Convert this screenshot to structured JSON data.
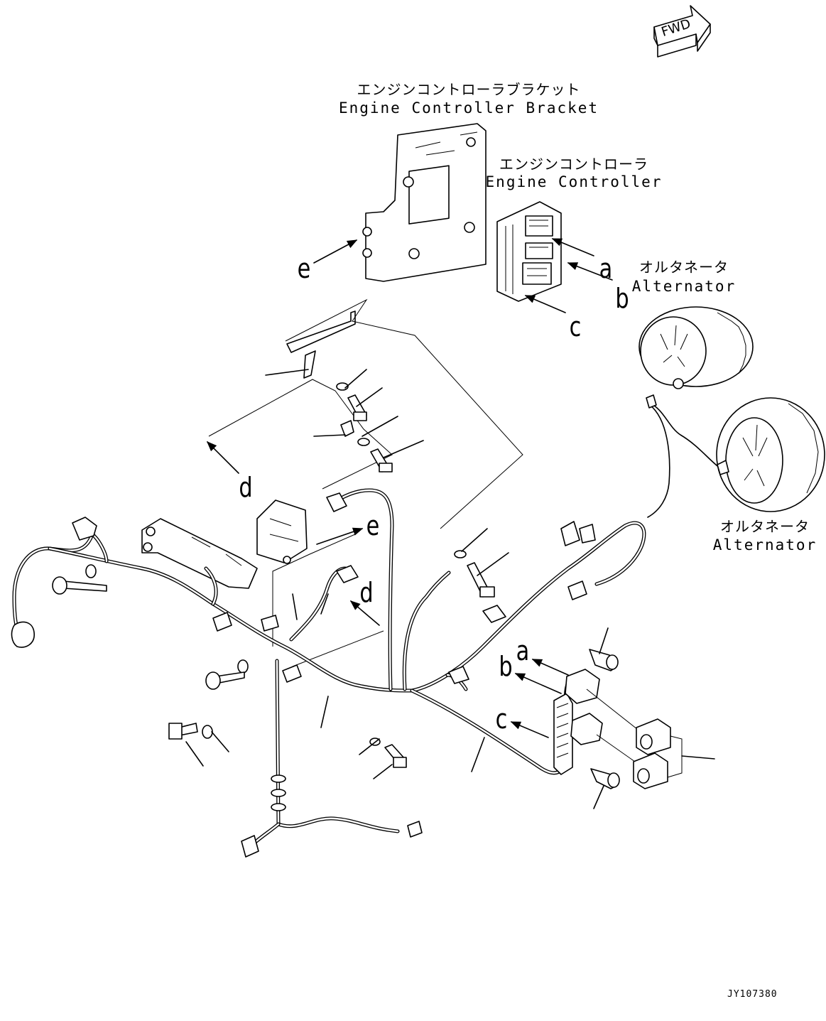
{
  "direction_badge": {
    "text": "FWD"
  },
  "labels": {
    "bracket_jp": "エンジンコントローラブラケット",
    "bracket_en": "Engine Controller Bracket",
    "controller_jp": "エンジンコントローラ",
    "controller_en": "Engine Controller",
    "alternator1_jp": "オルタネータ",
    "alternator1_en": "Alternator",
    "alternator2_jp": "オルタネータ",
    "alternator2_en": "Alternator"
  },
  "callouts": {
    "e_bracket": "e",
    "a_controller": "a",
    "b_controller": "b",
    "c_controller": "c",
    "d_upper": "d",
    "e_harness": "e",
    "d_lower": "d",
    "a_connector": "a",
    "b_connector": "b",
    "c_connector": "c"
  },
  "drawing_code": "JY107380"
}
